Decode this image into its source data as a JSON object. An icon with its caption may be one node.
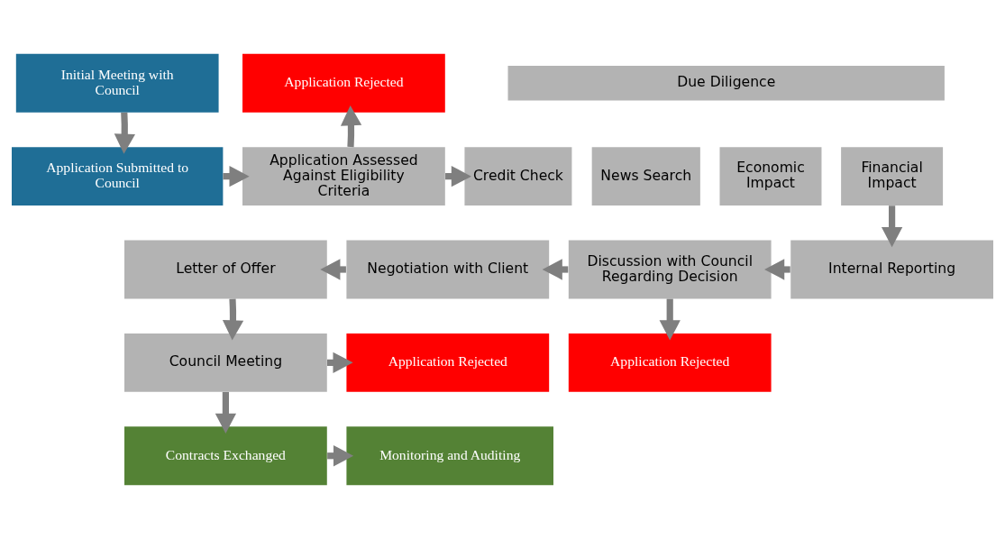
{
  "diagram": {
    "nodes": [
      {
        "text": [
          "Initial Meeting with Council"
        ]
      },
      {
        "text": [
          "Application Rejected"
        ]
      },
      {
        "text": [
          "Application Submitted to Council"
        ]
      },
      {
        "text": [
          "Application Assessed Against Eligibility Criteria"
        ]
      },
      {
        "text": [
          "Due Diligence"
        ]
      },
      {
        "text": [
          "Credit Check"
        ]
      },
      {
        "text": [
          "News Search"
        ]
      },
      {
        "text": [
          "Economic Impact"
        ]
      },
      {
        "text": [
          "Financial Impact"
        ]
      },
      {
        "text": [
          "Letter of Offer"
        ]
      },
      {
        "text": [
          "Negotiation with Client"
        ]
      },
      {
        "text": [
          "Discussion with Council Regarding Decision"
        ]
      },
      {
        "text": [
          "Internal Reporting"
        ]
      },
      {
        "text": [
          "Council Meeting"
        ]
      },
      {
        "text": [
          "Application Rejected"
        ]
      },
      {
        "text": [
          "Application Rejected"
        ]
      },
      {
        "text": [
          "Contracts Exchanged"
        ]
      },
      {
        "text": [
          "Monitoring and Auditing"
        ]
      }
    ],
    "edges": [
      {
        "from": 0,
        "to": 2,
        "arrow": "to"
      },
      {
        "from": 2,
        "to": 3,
        "arrow": "to"
      },
      {
        "from": 3,
        "to": 1,
        "arrow": "to"
      },
      {
        "from": 3,
        "to": 5,
        "arrow": "to"
      },
      {
        "from": 8,
        "to": 12,
        "arrow": "to"
      },
      {
        "from": 12,
        "to": 11,
        "arrow": "to"
      },
      {
        "from": 11,
        "to": 10,
        "arrow": "to"
      },
      {
        "from": 10,
        "to": 9,
        "arrow": "to"
      },
      {
        "from": 11,
        "to": 15,
        "arrow": "to"
      },
      {
        "from": 9,
        "to": 13,
        "arrow": "to"
      },
      {
        "from": 13,
        "to": 14,
        "arrow": "to"
      },
      {
        "from": 13,
        "to": 16,
        "arrow": "to"
      },
      {
        "from": 16,
        "to": 17,
        "arrow": "to"
      }
    ]
  }
}
